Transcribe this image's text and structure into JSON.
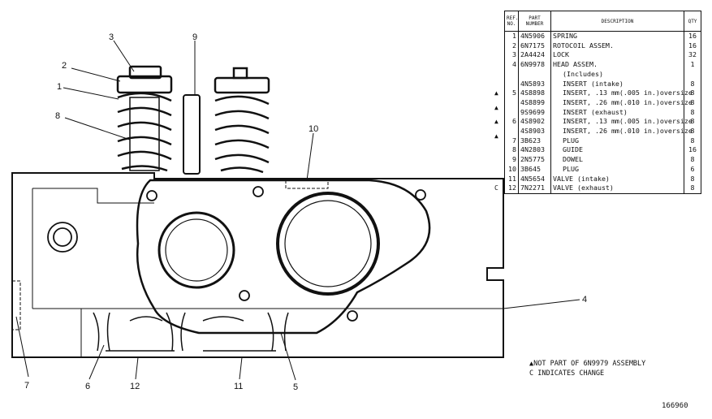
{
  "table": {
    "headers": {
      "ref": "REF. NO.",
      "part": "PART NUMBER",
      "desc": "DESCRIPTION",
      "qty": "QTY"
    },
    "rows": [
      {
        "mark": "",
        "ref": "1",
        "part": "4N5906",
        "desc": "SPRING",
        "qty": "16"
      },
      {
        "mark": "",
        "ref": "2",
        "part": "6N7175",
        "desc": "ROTOCOIL ASSEM.",
        "qty": "16"
      },
      {
        "mark": "",
        "ref": "3",
        "part": "2A4424",
        "desc": "LOCK",
        "qty": "32"
      },
      {
        "mark": "",
        "ref": "4",
        "part": "6N9978",
        "desc": "HEAD ASSEM.",
        "qty": "1"
      },
      {
        "mark": "",
        "ref": "",
        "part": "",
        "desc": "(Includes)",
        "qty": ""
      },
      {
        "mark": "",
        "ref": "",
        "part": "4N5893",
        "desc": "INSERT (intake)",
        "qty": "8"
      },
      {
        "mark": "▲",
        "ref": "5",
        "part": "4S8898",
        "desc": "INSERT, .13 mm(.005 in.)oversize",
        "qty": "8"
      },
      {
        "mark": "▲",
        "ref": "",
        "part": "4S8899",
        "desc": "INSERT, .26 mm(.010 in.)oversize",
        "qty": "8"
      },
      {
        "mark": "",
        "ref": "",
        "part": "9S9699",
        "desc": "INSERT (exhaust)",
        "qty": "8"
      },
      {
        "mark": "▲",
        "ref": "6",
        "part": "4S8902",
        "desc": "INSERT, .13 mm(.005 in.)oversize",
        "qty": "8"
      },
      {
        "mark": "▲",
        "ref": "",
        "part": "4S8903",
        "desc": "INSERT, .26 mm(.010 in.)oversize",
        "qty": "8"
      },
      {
        "mark": "",
        "ref": "7",
        "part": "3B623",
        "desc": "PLUG",
        "qty": "8"
      },
      {
        "mark": "",
        "ref": "8",
        "part": "4N2803",
        "desc": "GUIDE",
        "qty": "16"
      },
      {
        "mark": "",
        "ref": "9",
        "part": "2N5775",
        "desc": "DOWEL",
        "qty": "8"
      },
      {
        "mark": "",
        "ref": "10",
        "part": "3B645",
        "desc": "PLUG",
        "qty": "6"
      },
      {
        "mark": "",
        "ref": "11",
        "part": "4N5654",
        "desc": "VALVE (intake)",
        "qty": "8"
      },
      {
        "mark": "C",
        "ref": "12",
        "part": "7N2271",
        "desc": "VALVE (exhaust)",
        "qty": "8"
      }
    ]
  },
  "notes": {
    "line1": "▲NOT PART OF 6N9979 ASSEMBLY",
    "line2": "C INDICATES CHANGE"
  },
  "figure_number": "166960",
  "callouts": {
    "c1": "1",
    "c2": "2",
    "c3": "3",
    "c4": "4",
    "c5": "5",
    "c6": "6",
    "c7": "7",
    "c8": "8",
    "c9": "9",
    "c10": "10",
    "c11": "11",
    "c12": "12"
  }
}
